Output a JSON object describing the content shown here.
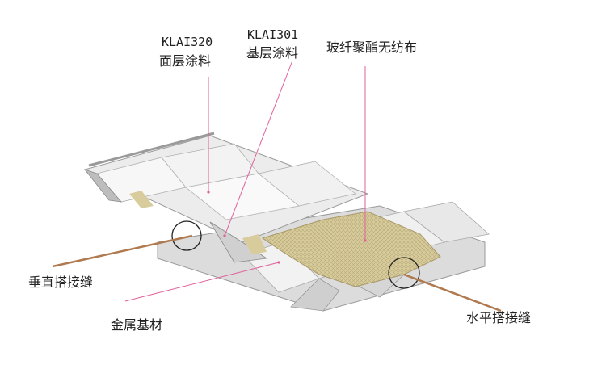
{
  "labels": {
    "topcoat_code": "KLAI320",
    "topcoat_name": "面层涂料",
    "basecoat_code": "KLAI301",
    "basecoat_name": "基层涂料",
    "fabric": "玻纤聚酯无纺布",
    "vertical_seam": "垂直搭接缝",
    "metal_substrate": "金属基材",
    "horizontal_seam": "水平搭接缝"
  },
  "colors": {
    "leader_pink": "#e0609a",
    "leader_brown": "#b07a50",
    "coating_white": "#eeeeee",
    "metal_grey": "#c9c9c9",
    "fabric_tan": "#d8cc9c"
  }
}
